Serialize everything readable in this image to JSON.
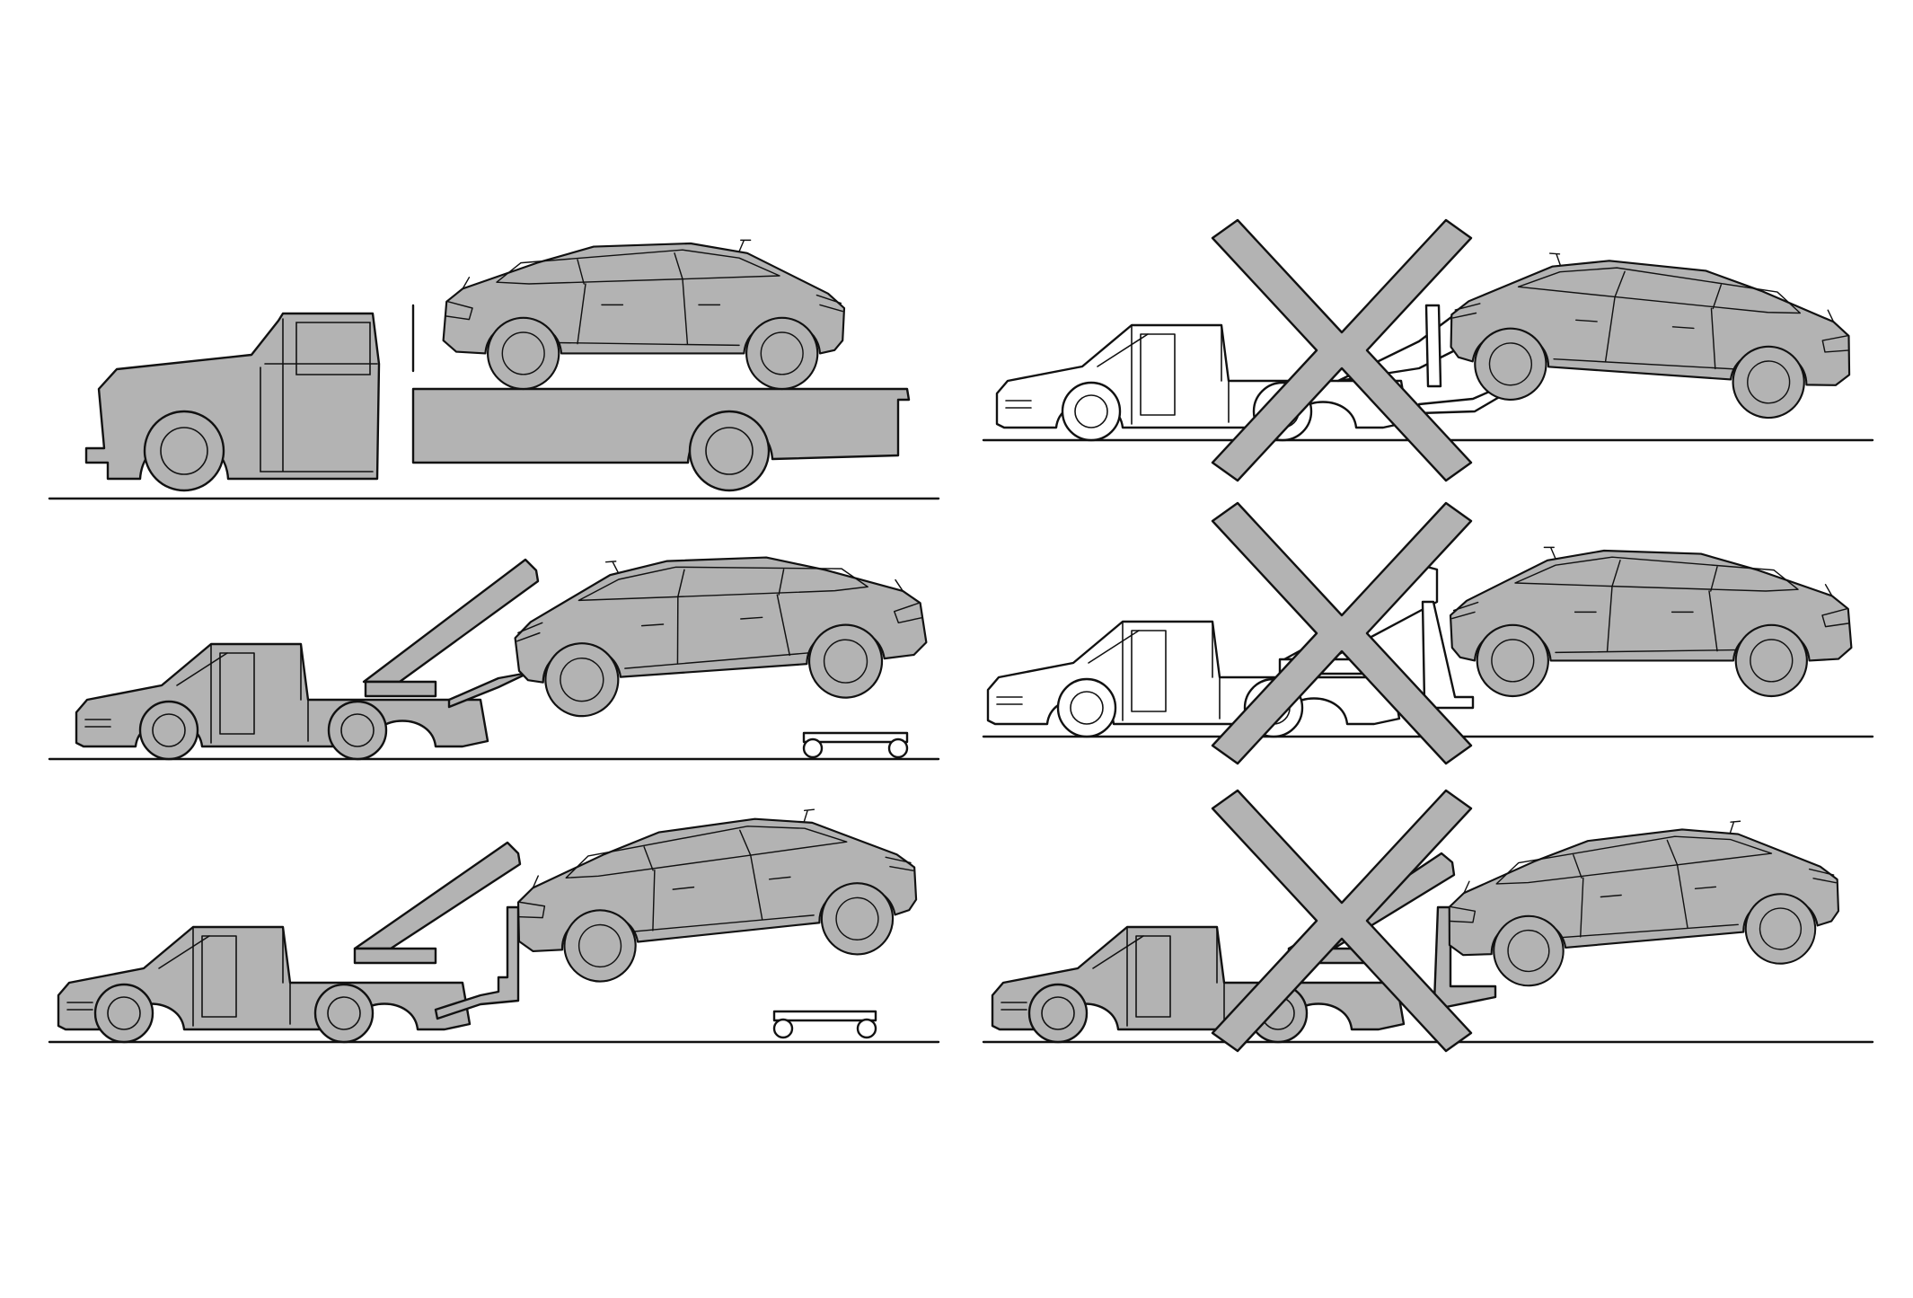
{
  "colors": {
    "background": "#ffffff",
    "ink": "#111111",
    "vehicle_fill": "#b3b3b3",
    "unfilled": "#ffffff",
    "prohibit_mark": "#b3b3b3"
  },
  "scenes": [
    {
      "id": "flatbed-tow",
      "method": "flatbed",
      "allowed": true,
      "towtruck_shaded": true
    },
    {
      "id": "wheel-lift-front-dollies",
      "method": "wheel-lift-with-dollies",
      "allowed": true,
      "towtruck_shaded": true
    },
    {
      "id": "wheel-lift-rear-dollies",
      "method": "wheel-lift-with-dollies",
      "allowed": true,
      "towtruck_shaded": true
    },
    {
      "id": "sling-tow-front-lifted",
      "method": "sling",
      "allowed": false,
      "towtruck_shaded": false
    },
    {
      "id": "wheel-lift-no-dollies",
      "method": "wheel-lift",
      "allowed": false,
      "towtruck_shaded": false
    },
    {
      "id": "wheel-lift-rear-no-dollies",
      "method": "wheel-lift",
      "allowed": false,
      "towtruck_shaded": true
    }
  ]
}
